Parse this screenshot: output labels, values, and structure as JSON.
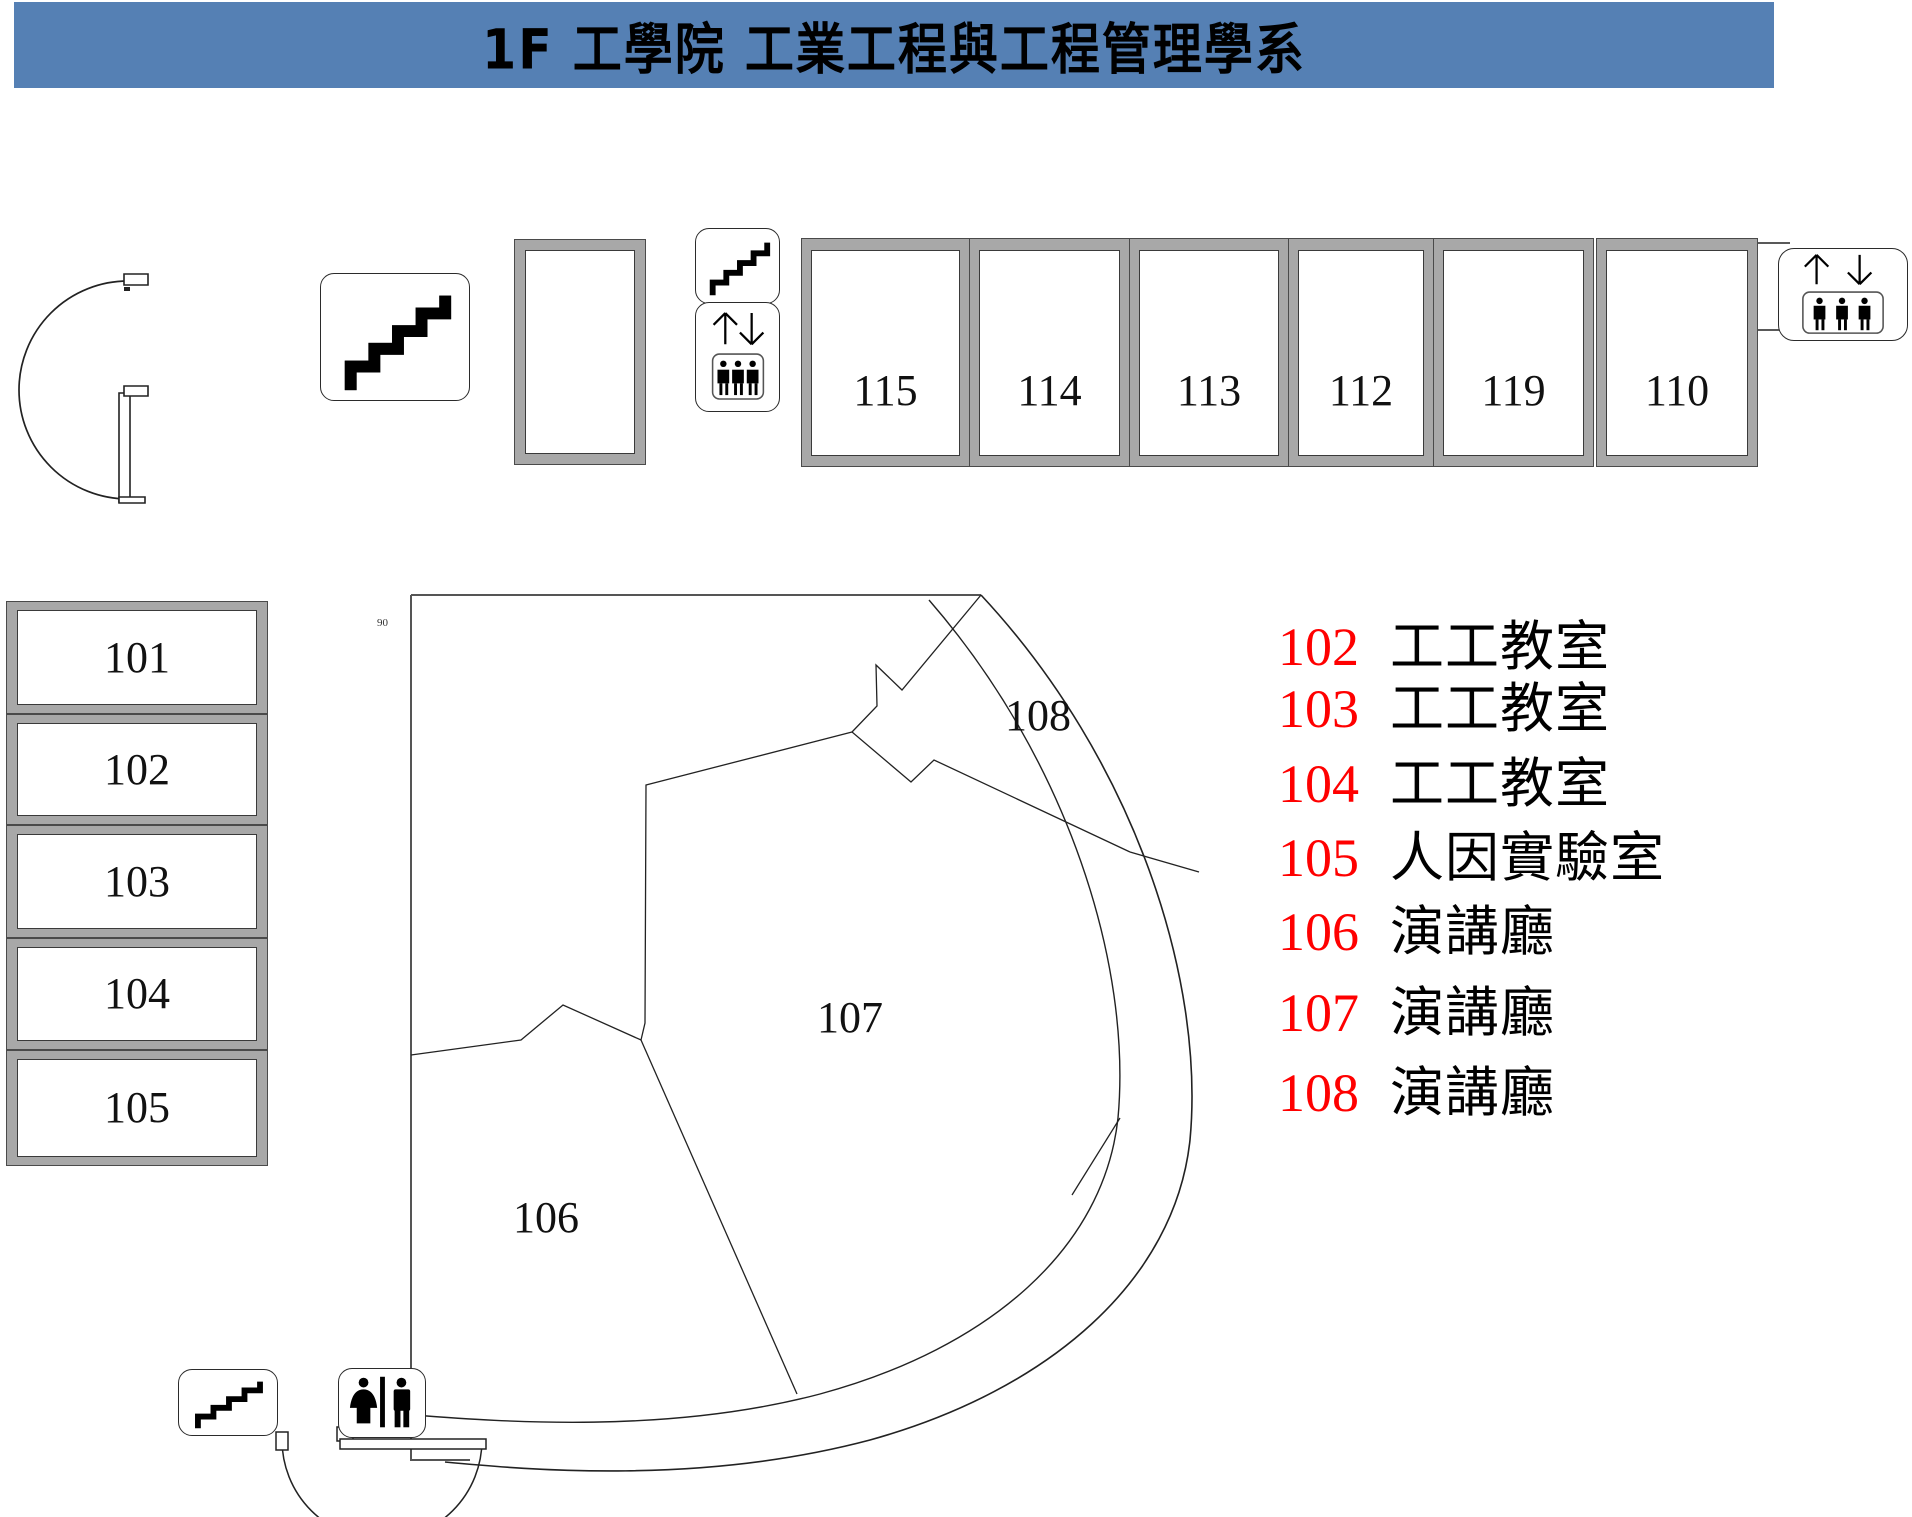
{
  "header": {
    "title": "1F 工學院 工業工程與工程管理學系",
    "bar_color": "#5580B4",
    "text_color": "#000000"
  },
  "floor_plan": {
    "top_rooms": [
      {
        "number": "115"
      },
      {
        "number": "114"
      },
      {
        "number": "113"
      },
      {
        "number": "112"
      },
      {
        "number": "119"
      },
      {
        "number": "110"
      }
    ],
    "left_rooms": [
      {
        "number": "101"
      },
      {
        "number": "102"
      },
      {
        "number": "103"
      },
      {
        "number": "104"
      },
      {
        "number": "105"
      }
    ],
    "unnumbered_room": {
      "number": ""
    },
    "hall_labels": [
      {
        "number": "108"
      },
      {
        "number": "107"
      },
      {
        "number": "106"
      }
    ],
    "annotation": "90",
    "icons": [
      {
        "name": "stairs-icon",
        "position": "top-left-large"
      },
      {
        "name": "stairs-icon",
        "position": "top-middle-small"
      },
      {
        "name": "elevator-icon",
        "position": "top-middle-small"
      },
      {
        "name": "elevator-icon",
        "position": "top-right"
      },
      {
        "name": "stairs-icon",
        "position": "bottom-left"
      },
      {
        "name": "restroom-icon",
        "position": "bottom-middle"
      }
    ]
  },
  "legend": {
    "number_color": "#ff0000",
    "label_color": "#000000",
    "rows": [
      {
        "number": "102",
        "label": "工工教室",
        "spacing": ""
      },
      {
        "number": "103",
        "label": "工工教室",
        "spacing": ""
      },
      {
        "number": "104",
        "label": "工工教室",
        "spacing": "gap-a"
      },
      {
        "number": "105",
        "label": "人因實驗室",
        "spacing": "gap-a"
      },
      {
        "number": "106",
        "label": "演講廳",
        "spacing": "gap-a"
      },
      {
        "number": "107",
        "label": "演講廳",
        "spacing": "gap-b"
      },
      {
        "number": "108",
        "label": "演講廳",
        "spacing": "gap-b"
      }
    ]
  }
}
